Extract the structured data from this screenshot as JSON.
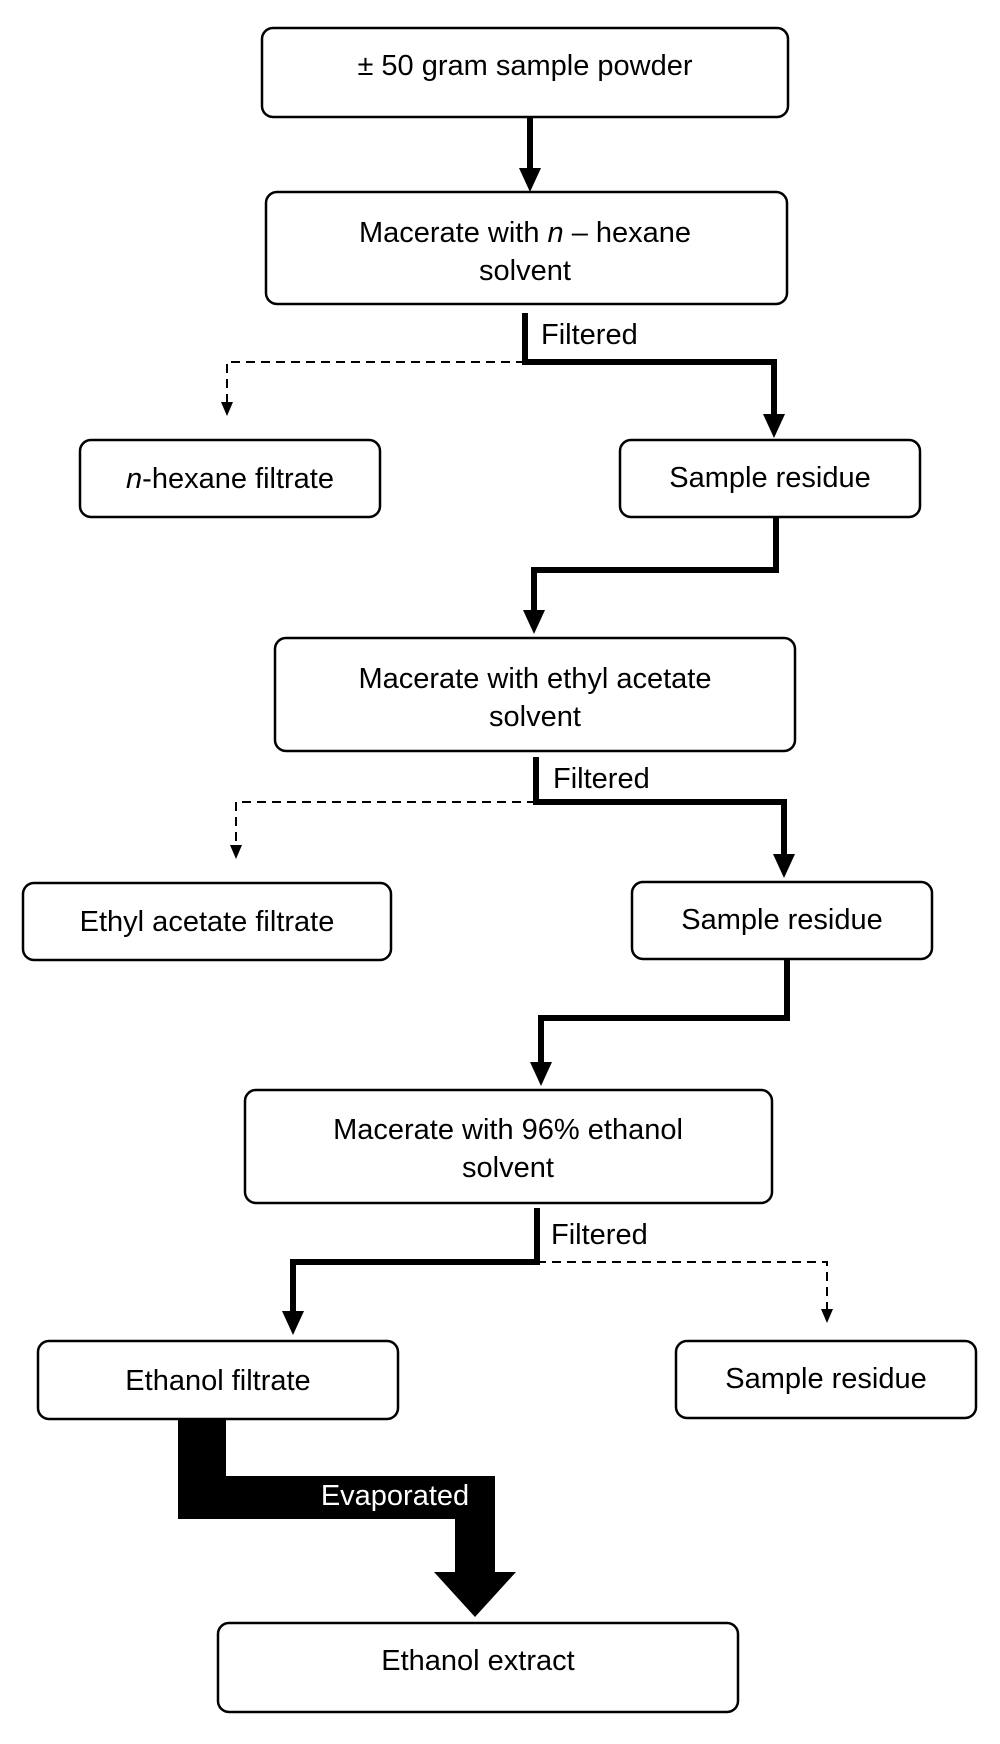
{
  "boxes": {
    "start": "± 50 gram sample powder",
    "hexane_macerate": {
      "prefix": "Macerate with ",
      "italic": "n",
      "suffix": " – hexane",
      "line2": "solvent"
    },
    "hexane_filtrate": {
      "italic": "n",
      "suffix": "-hexane filtrate"
    },
    "residue_1": "Sample residue",
    "ethyl_macerate": {
      "line1": "Macerate with ethyl acetate",
      "line2": "solvent"
    },
    "ethyl_filtrate": "Ethyl acetate filtrate",
    "residue_2": "Sample residue",
    "ethanol_macerate": {
      "line1": "Macerate with 96% ethanol",
      "line2": "solvent"
    },
    "ethanol_filtrate": "Ethanol filtrate",
    "residue_3": "Sample residue",
    "ethanol_extract": "Ethanol extract"
  },
  "labels": {
    "filtered_1": "Filtered",
    "filtered_2": "Filtered",
    "filtered_3": "Filtered",
    "evaporated": "Evaporated"
  }
}
